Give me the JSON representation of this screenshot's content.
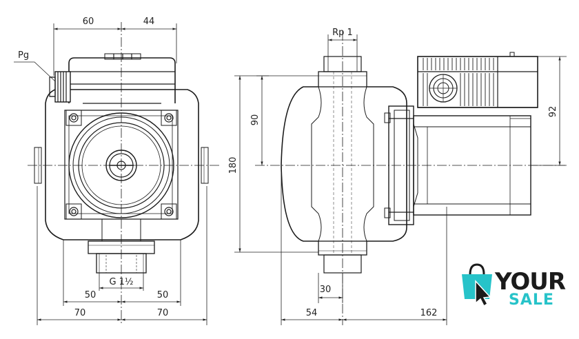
{
  "front_view": {
    "dim_top_left": "60",
    "dim_top_right": "44",
    "label_cable_gland": "Pg",
    "dim_thread": "G 1½",
    "dim_bottom_inner_left": "50",
    "dim_bottom_inner_right": "50",
    "dim_bottom_outer_left": "70",
    "dim_bottom_outer_right": "70"
  },
  "side_view": {
    "dim_connection": "Rp 1",
    "dim_height_total": "180",
    "dim_height_upper": "90",
    "dim_motor_height": "92",
    "dim_port_width": "30",
    "dim_bottom_left": "54",
    "dim_bottom_right": "162"
  },
  "logo": {
    "line1": "YOUR",
    "line2": "SALE",
    "icon": "shopping-bag-cursor-icon",
    "color_primary": "#1b1b1b",
    "color_accent": "#27c3c9"
  }
}
